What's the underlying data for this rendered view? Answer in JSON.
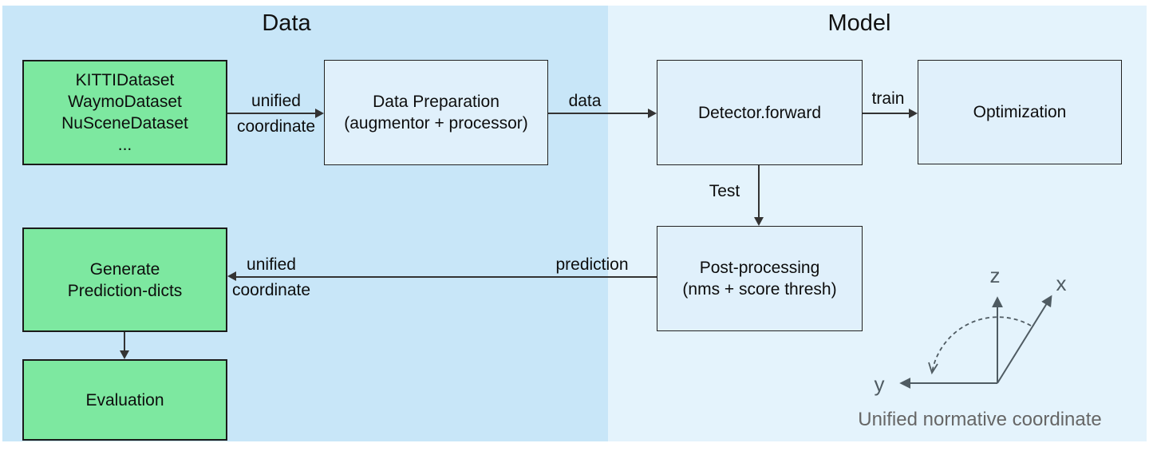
{
  "sections": {
    "data": {
      "title": "Data"
    },
    "model": {
      "title": "Model"
    }
  },
  "nodes": {
    "datasets": {
      "lines": [
        "KITTIDataset",
        "WaymoDataset",
        "NuSceneDataset",
        "..."
      ]
    },
    "data_preparation": {
      "lines": [
        "Data Preparation",
        "(augmentor + processor)"
      ]
    },
    "detector_forward": {
      "lines": [
        "Detector.forward"
      ]
    },
    "optimization": {
      "lines": [
        "Optimization"
      ]
    },
    "post_processing": {
      "lines": [
        "Post-processing",
        "(nms + score thresh)"
      ]
    },
    "generate_prediction_dicts": {
      "lines": [
        "Generate",
        "Prediction-dicts"
      ]
    },
    "evaluation": {
      "lines": [
        "Evaluation"
      ]
    }
  },
  "edges": {
    "datasets_to_data_preparation": {
      "labels": [
        "unified",
        "coordinate"
      ]
    },
    "data_preparation_to_detector": {
      "label": "data"
    },
    "detector_to_optimization": {
      "label": "train"
    },
    "detector_to_post_processing": {
      "label": "Test"
    },
    "post_processing_to_generate": {
      "label_near_source": "prediction",
      "labels_near_target": [
        "unified",
        "coordinate"
      ]
    }
  },
  "coordinate_diagram": {
    "axes": {
      "z": "z",
      "x": "x",
      "y": "y"
    },
    "caption": "Unified normative coordinate"
  },
  "colors": {
    "data_panel_bg": "#c8e6f8",
    "model_panel_bg": "#e4f3fc",
    "node_fill_blue": "#e0f0fb",
    "node_fill_green": "#7de8a0",
    "edge_line": "#333333",
    "axes_gray": "#4f5b62",
    "caption_gray": "#666666"
  }
}
